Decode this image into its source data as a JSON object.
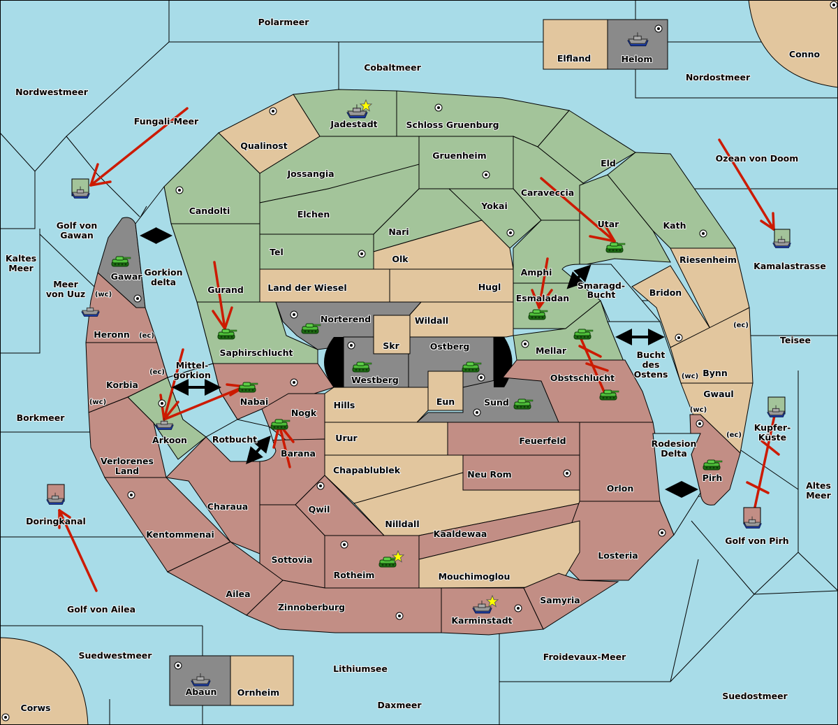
{
  "map": {
    "title": "Diplomacy variant map",
    "colors": {
      "sea": "#a8dce8",
      "power_green": "#a3c49a",
      "power_red": "#c28e85",
      "power_gray": "#8a8a8a",
      "neutral": "#e2c69e",
      "order_arrow": "#cc1a00",
      "supply_center_star": "#ffff00"
    },
    "seas": {
      "polarmeer": "Polarmeer",
      "cobaltmeer": "Cobaltmeer",
      "nordwestmeer": "Nordwestmeer",
      "fungali": "Fungali-Meer",
      "nordostmeer": "Nordostmeer",
      "ozean_doom": "Ozean von Doom",
      "golf_gawan_1": "Golf von",
      "golf_gawan_2": "Gawan",
      "kaltes_1": "Kaltes",
      "kaltes_2": "Meer",
      "uuz_1": "Meer",
      "uuz_2": "von Uuz",
      "gorkion_1": "Gorkion",
      "gorkion_2": "delta",
      "mittel_1": "Mittel-",
      "mittel_2": "gorkion",
      "rotbucht": "Rotbucht",
      "smaragd_1": "Smaragd-",
      "smaragd_2": "Bucht",
      "bucht_1": "Bucht",
      "bucht_2": "des",
      "bucht_3": "Ostens",
      "kamala": "Kamalastrasse",
      "teisee": "Teisee",
      "kupfer_1": "Kupfer-",
      "kupfer_2": "Küste",
      "altes_1": "Altes",
      "altes_2": "Meer",
      "rodesion_1": "Rodesion",
      "rodesion_2": "Delta",
      "golf_pirh": "Golf von Pirh",
      "borkmeer": "Borkmeer",
      "doringkanal": "Doringkanal",
      "golf_ailea": "Golf von Ailea",
      "suedwestmeer": "Suedwestmeer",
      "lithiumsee": "Lithiumsee",
      "daxmeer": "Daxmeer",
      "froidevaux": "Froidevaux-Meer",
      "suedostmeer": "Suedostmeer"
    },
    "provinces": {
      "elfland": "Elfland",
      "helom": "Helom",
      "conno": "Conno",
      "jadestadt": "Jadestadt",
      "schloss": "Schloss Gruenburg",
      "qualinost": "Qualinost",
      "jossangia": "Jossangia",
      "gruenheim": "Gruenheim",
      "eld": "Eld",
      "candolti": "Candolti",
      "elchen": "Elchen",
      "caraveccia": "Caraveccia",
      "yokai": "Yokai",
      "nari": "Nari",
      "utar": "Utar",
      "kath": "Kath",
      "tel": "Tel",
      "olk": "Olk",
      "riesenheim": "Riesenheim",
      "amphi": "Amphi",
      "gawar": "Gawar",
      "gurand": "Gurand",
      "land_wiesel": "Land der Wiesel",
      "hugl": "Hugl",
      "esmaladan": "Esmaladan",
      "bridon": "Bridon",
      "norterend": "Norterend",
      "wildall": "Wildall",
      "heronn": "Heronn",
      "saphir": "Saphirschlucht",
      "skr": "Skr",
      "ostberg": "Ostberg",
      "mellar": "Mellar",
      "westberg": "Westberg",
      "obstschlucht": "Obstschlucht",
      "bynn": "Bynn",
      "korbia": "Korbia",
      "nabai": "Nabai",
      "eun": "Eun",
      "sund": "Sund",
      "gwaul": "Gwaul",
      "hills": "Hills",
      "nogk": "Nogk",
      "arkoon": "Arkoon",
      "urur": "Urur",
      "feuerfeld": "Feuerfeld",
      "barana": "Barana",
      "verlorenes_1": "Verlorenes",
      "verlorenes_2": "Land",
      "chapablublek": "Chapablublek",
      "neurom": "Neu Rom",
      "pirh": "Pirh",
      "orlon": "Orlon",
      "charaua": "Charaua",
      "qwil": "Qwil",
      "nilldall": "Nilldall",
      "kentommenai": "Kentommenai",
      "kaaldewaa": "Kaaldewaa",
      "sottovia": "Sottovia",
      "rotheim": "Rotheim",
      "losteria": "Losteria",
      "mouchimoglou": "Mouchimoglou",
      "ailea": "Ailea",
      "samyria": "Samyria",
      "zinnoberburg": "Zinnoberburg",
      "karminstadt": "Karminstadt",
      "abaun": "Abaun",
      "ornheim": "Ornheim",
      "corws": "Corws"
    },
    "coasts": {
      "wc": "(wc)",
      "ec": "(ec)"
    },
    "units": [
      {
        "type": "fleet",
        "location": "Jadestadt",
        "power": "green"
      },
      {
        "type": "fleet",
        "location": "Helom",
        "power": "gray"
      },
      {
        "type": "fleet",
        "location": "Golf von Gawan",
        "power": "green"
      },
      {
        "type": "fleet",
        "location": "Kamalastrasse",
        "power": "green"
      },
      {
        "type": "army",
        "location": "Gawar",
        "power": "gray"
      },
      {
        "type": "fleet",
        "location": "Meer von Uuz",
        "power": "red"
      },
      {
        "type": "army",
        "location": "Utar",
        "power": "green"
      },
      {
        "type": "army",
        "location": "Esmaladan",
        "power": "green"
      },
      {
        "type": "army",
        "location": "Norterend",
        "power": "gray"
      },
      {
        "type": "army",
        "location": "Saphirschlucht",
        "power": "green"
      },
      {
        "type": "army",
        "location": "Mellar",
        "power": "green"
      },
      {
        "type": "army",
        "location": "Westberg",
        "power": "gray"
      },
      {
        "type": "army",
        "location": "Ostberg",
        "power": "gray"
      },
      {
        "type": "army",
        "location": "Nabai",
        "power": "green"
      },
      {
        "type": "army",
        "location": "Obstschlucht",
        "power": "green"
      },
      {
        "type": "army",
        "location": "Sund",
        "power": "gray"
      },
      {
        "type": "fleet",
        "location": "Arkoon",
        "power": "green"
      },
      {
        "type": "army",
        "location": "Nogk",
        "power": "green"
      },
      {
        "type": "fleet",
        "location": "Kupfer-Küste",
        "power": "green"
      },
      {
        "type": "army",
        "location": "Pirh",
        "power": "red"
      },
      {
        "type": "fleet",
        "location": "Doringkanal",
        "power": "red"
      },
      {
        "type": "fleet",
        "location": "Golf von Pirh",
        "power": "red"
      },
      {
        "type": "army",
        "location": "Rotheim",
        "power": "red"
      },
      {
        "type": "fleet",
        "location": "Karminstadt",
        "power": "red"
      },
      {
        "type": "fleet",
        "location": "Abaun",
        "power": "gray"
      }
    ]
  }
}
